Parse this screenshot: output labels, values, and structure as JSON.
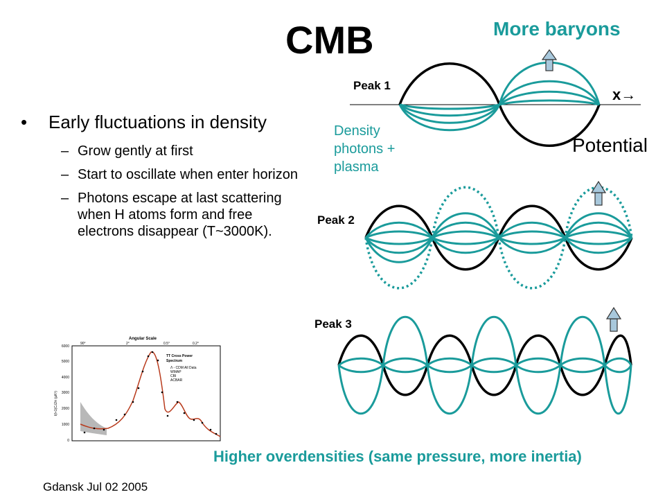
{
  "slide": {
    "title": "CMB",
    "top_right_label": "More baryons",
    "peak_labels": [
      "Peak 1",
      "Peak 2",
      "Peak 3"
    ],
    "x_axis_label": "x→",
    "density_label": [
      "Density",
      "photons +",
      "plasma"
    ],
    "potential_label": "Potential",
    "bullets": {
      "main": "Early fluctuations in density",
      "sub": [
        "Grow gently at first",
        "Start to oscillate when enter horizon",
        "Photons escape at last scattering when H atoms form and free electrons disappear (T~3000K)."
      ]
    },
    "caption": "Higher overdensities (same pressure, more inertia)",
    "footer": "Gdansk Jul 02 2005"
  },
  "spectrum_plot": {
    "top_axis_title": "Angular Scale",
    "top_ticks": [
      "90°",
      "2°",
      "0.5°",
      "0.2°"
    ],
    "y_ticks": [
      "6000",
      "5000",
      "4000",
      "3000",
      "2000",
      "1000",
      "0"
    ],
    "y_label": "l(l+1)Cₗ/2π (μK²)",
    "legend_title": [
      "TT Cross Power",
      "Spectrum"
    ],
    "legend_items": [
      "Λ - CDM All Data",
      "WMAP",
      "CBI",
      "ACBAR"
    ]
  },
  "colors": {
    "teal": "#1a9b9b",
    "arrow_fill": "#a8c8dc",
    "curve_black": "#000000",
    "model_red": "#b83a1c"
  }
}
